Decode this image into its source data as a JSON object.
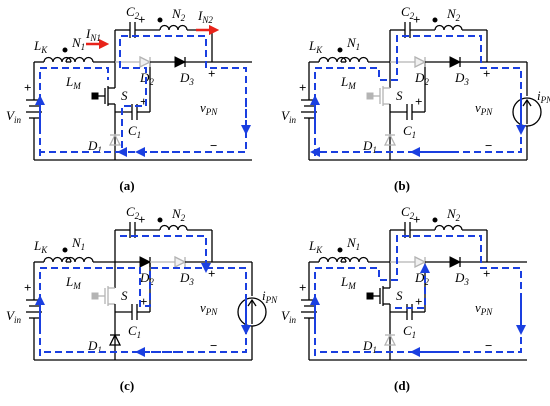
{
  "labels": {
    "LK_main": "L",
    "LK_sub": "K",
    "N1_main": "N",
    "N1_sub": "1",
    "N2_main": "N",
    "N2_sub": "2",
    "LM_main": "L",
    "LM_sub": "M",
    "C1_main": "C",
    "C1_sub": "1",
    "C2_main": "C",
    "C2_sub": "2",
    "D1_main": "D",
    "D1_sub": "1",
    "D2_main": "D",
    "D2_sub": "2",
    "D3_main": "D",
    "D3_sub": "3",
    "S": "S",
    "Vin_main": "V",
    "Vin_sub": "in",
    "vPN_main": "v",
    "vPN_sub": "PN",
    "iPN_main": "i",
    "iPN_sub": "PN",
    "IN1_main": "I",
    "IN1_sub": "N1",
    "IN2_main": "I",
    "IN2_sub": "N2",
    "plus": "+",
    "minus": "−"
  },
  "panels": [
    {
      "caption": "(a)",
      "dim": [
        "D1",
        "D2"
      ],
      "load": "resistive",
      "arrows": true
    },
    {
      "caption": "(b)",
      "dim": [
        "D1",
        "D2",
        "S"
      ],
      "load": "source",
      "arrows": false
    },
    {
      "caption": "(c)",
      "dim": [
        "S",
        "D3"
      ],
      "load": "source",
      "arrows": false
    },
    {
      "caption": "(d)",
      "dim": [
        "D1",
        "D2"
      ],
      "load": "resistive",
      "arrows": false
    }
  ],
  "colors": {
    "flow": "#1a3fe0",
    "arrow": "#e8231a",
    "dim": "#b4b4b4",
    "wire": "#000000"
  }
}
